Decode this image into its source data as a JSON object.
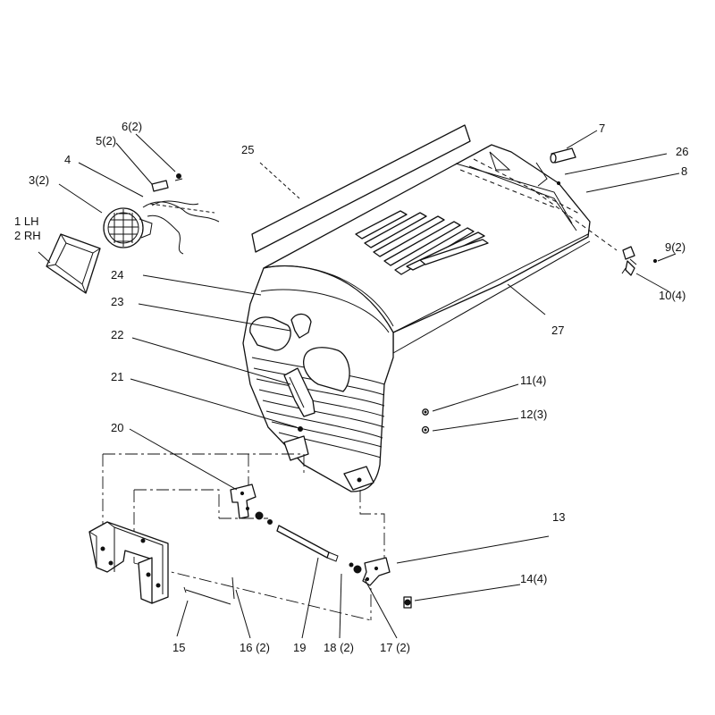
{
  "diagram": {
    "callouts": [
      {
        "id": "c-1lh",
        "text": "1 LH"
      },
      {
        "id": "c-2rh",
        "text": "2 RH"
      },
      {
        "id": "c-3",
        "text": "3(2)"
      },
      {
        "id": "c-4",
        "text": "4"
      },
      {
        "id": "c-5",
        "text": "5(2)"
      },
      {
        "id": "c-6",
        "text": "6(2)"
      },
      {
        "id": "c-7",
        "text": "7"
      },
      {
        "id": "c-8",
        "text": "8"
      },
      {
        "id": "c-9",
        "text": "9(2)"
      },
      {
        "id": "c-10",
        "text": "10(4)"
      },
      {
        "id": "c-11",
        "text": "11(4)"
      },
      {
        "id": "c-12",
        "text": "12(3)"
      },
      {
        "id": "c-13",
        "text": "13"
      },
      {
        "id": "c-14",
        "text": "14(4)"
      },
      {
        "id": "c-15",
        "text": "15"
      },
      {
        "id": "c-16",
        "text": "16 (2)"
      },
      {
        "id": "c-17",
        "text": "17 (2)"
      },
      {
        "id": "c-18",
        "text": "18 (2)"
      },
      {
        "id": "c-19",
        "text": "19"
      },
      {
        "id": "c-20",
        "text": "20"
      },
      {
        "id": "c-21",
        "text": "21"
      },
      {
        "id": "c-22",
        "text": "22"
      },
      {
        "id": "c-23",
        "text": "23"
      },
      {
        "id": "c-24",
        "text": "24"
      },
      {
        "id": "c-25",
        "text": "25"
      },
      {
        "id": "c-26",
        "text": "26"
      },
      {
        "id": "c-27",
        "text": "27"
      }
    ]
  }
}
